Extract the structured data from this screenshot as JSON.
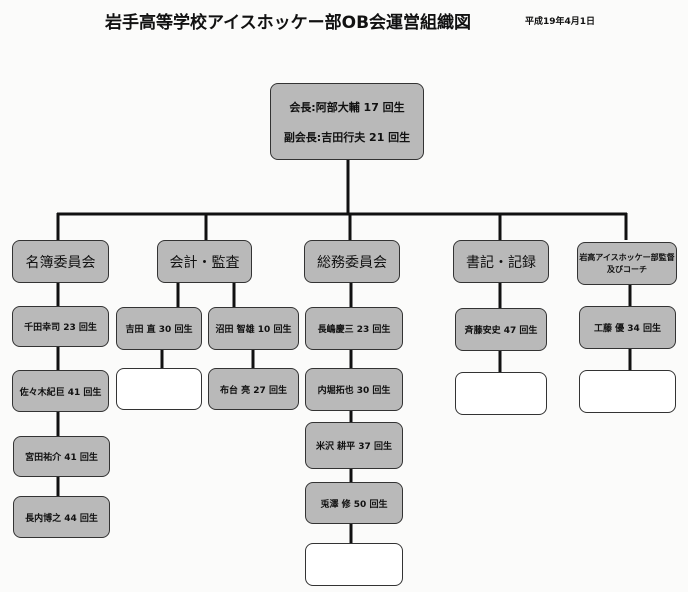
{
  "title": "岩手高等学校アイスホッケー部OB会運営組織図",
  "date": "平成19年4月1日",
  "leadership": {
    "president": "会長:阿部大輔 17 回生",
    "vice_president": "副会長:吉田行夫 21 回生"
  },
  "committees": [
    {
      "name": "名簿委員会",
      "members": [
        "千田幸司 23 回生",
        "佐々木紀巨 41 回生",
        "宮田祐介 41 回生",
        "長内博之 44 回生"
      ]
    },
    {
      "name": "会計・監査",
      "members": [
        "吉田 直 30 回生",
        "沼田 智雄 10 回生",
        "布台 亮 27 回生"
      ]
    },
    {
      "name": "総務委員会",
      "members": [
        "長嶋慶三 23 回生",
        "内堀拓也 30 回生",
        "米沢 耕平 37 回生",
        "兎澤 修 50 回生"
      ]
    },
    {
      "name": "書記・記録",
      "members": [
        "斉藤安史 47 回生"
      ]
    },
    {
      "name_line1": "岩高アイスホッケー部監督",
      "name_line2": "及びコーチ",
      "members": [
        "工藤 優 34 回生"
      ]
    }
  ]
}
